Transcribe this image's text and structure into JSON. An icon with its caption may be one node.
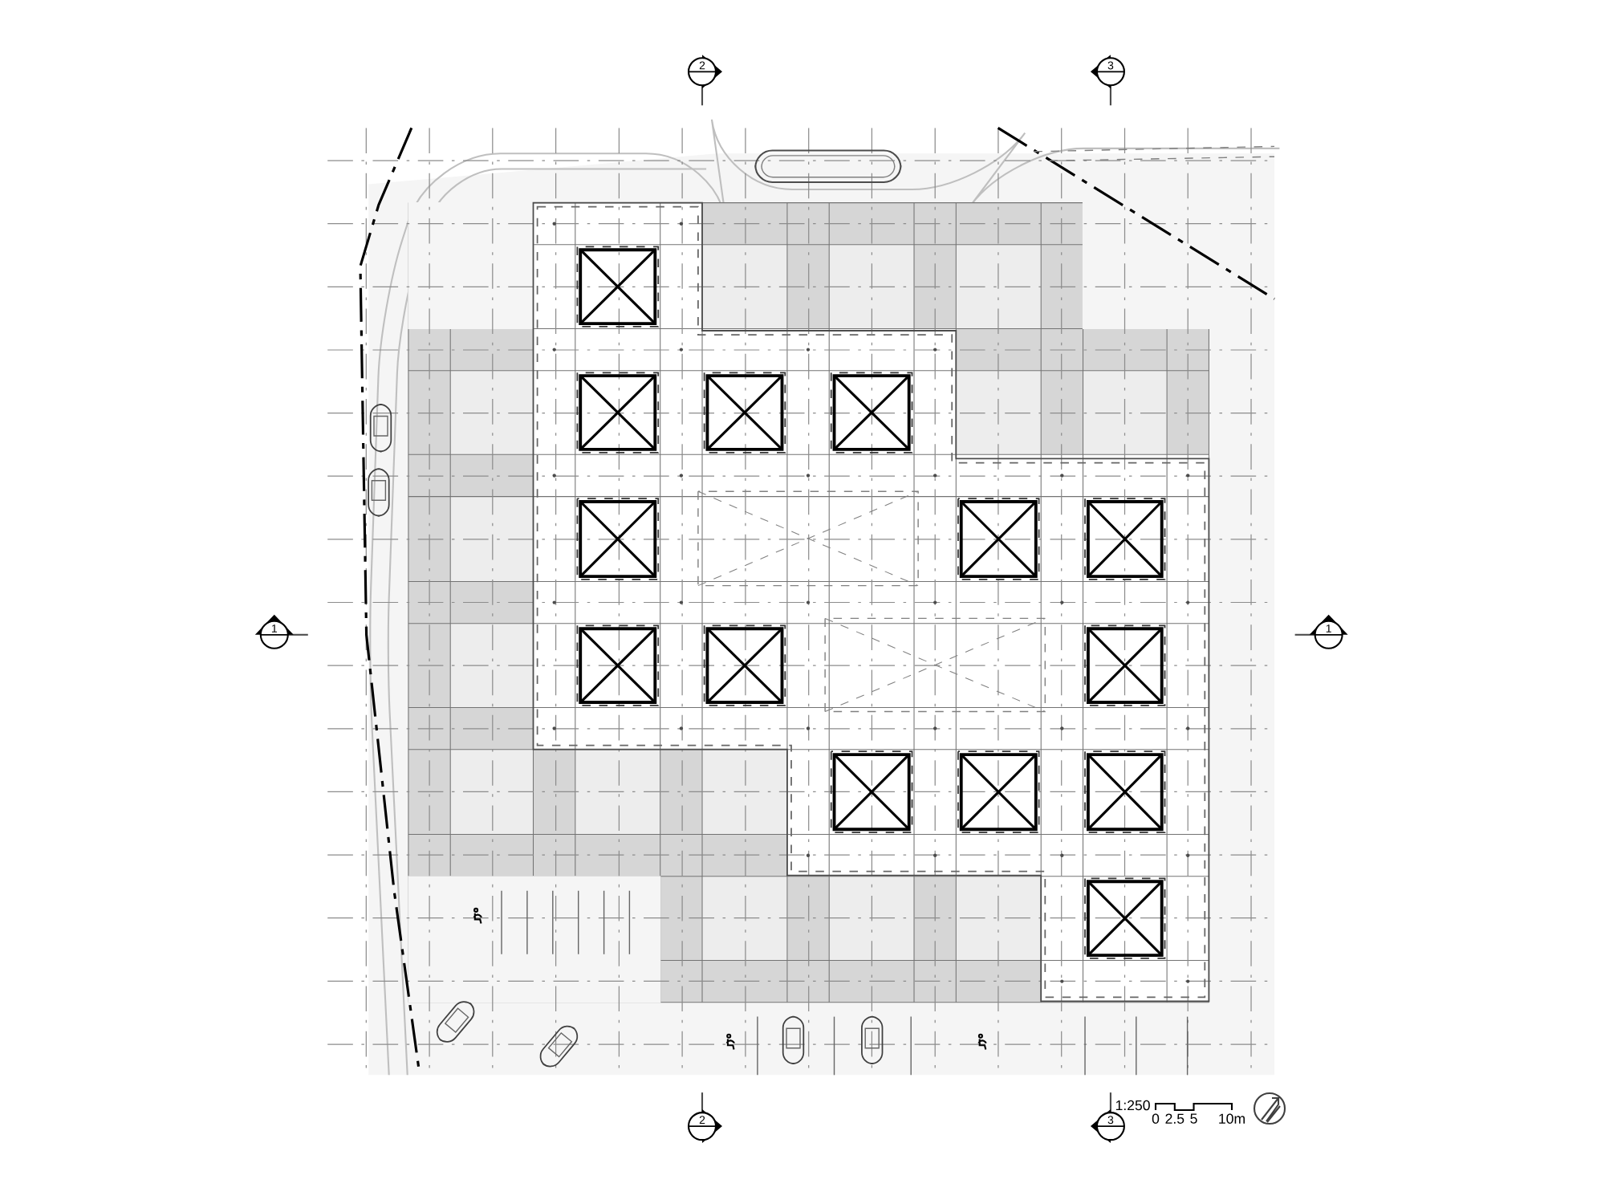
{
  "diagram": {
    "labels": [
      "2",
      "3",
      "1",
      "1",
      "2",
      "3",
      "1:250",
      "0",
      "2.5",
      "5",
      "10m"
    ]
  }
}
